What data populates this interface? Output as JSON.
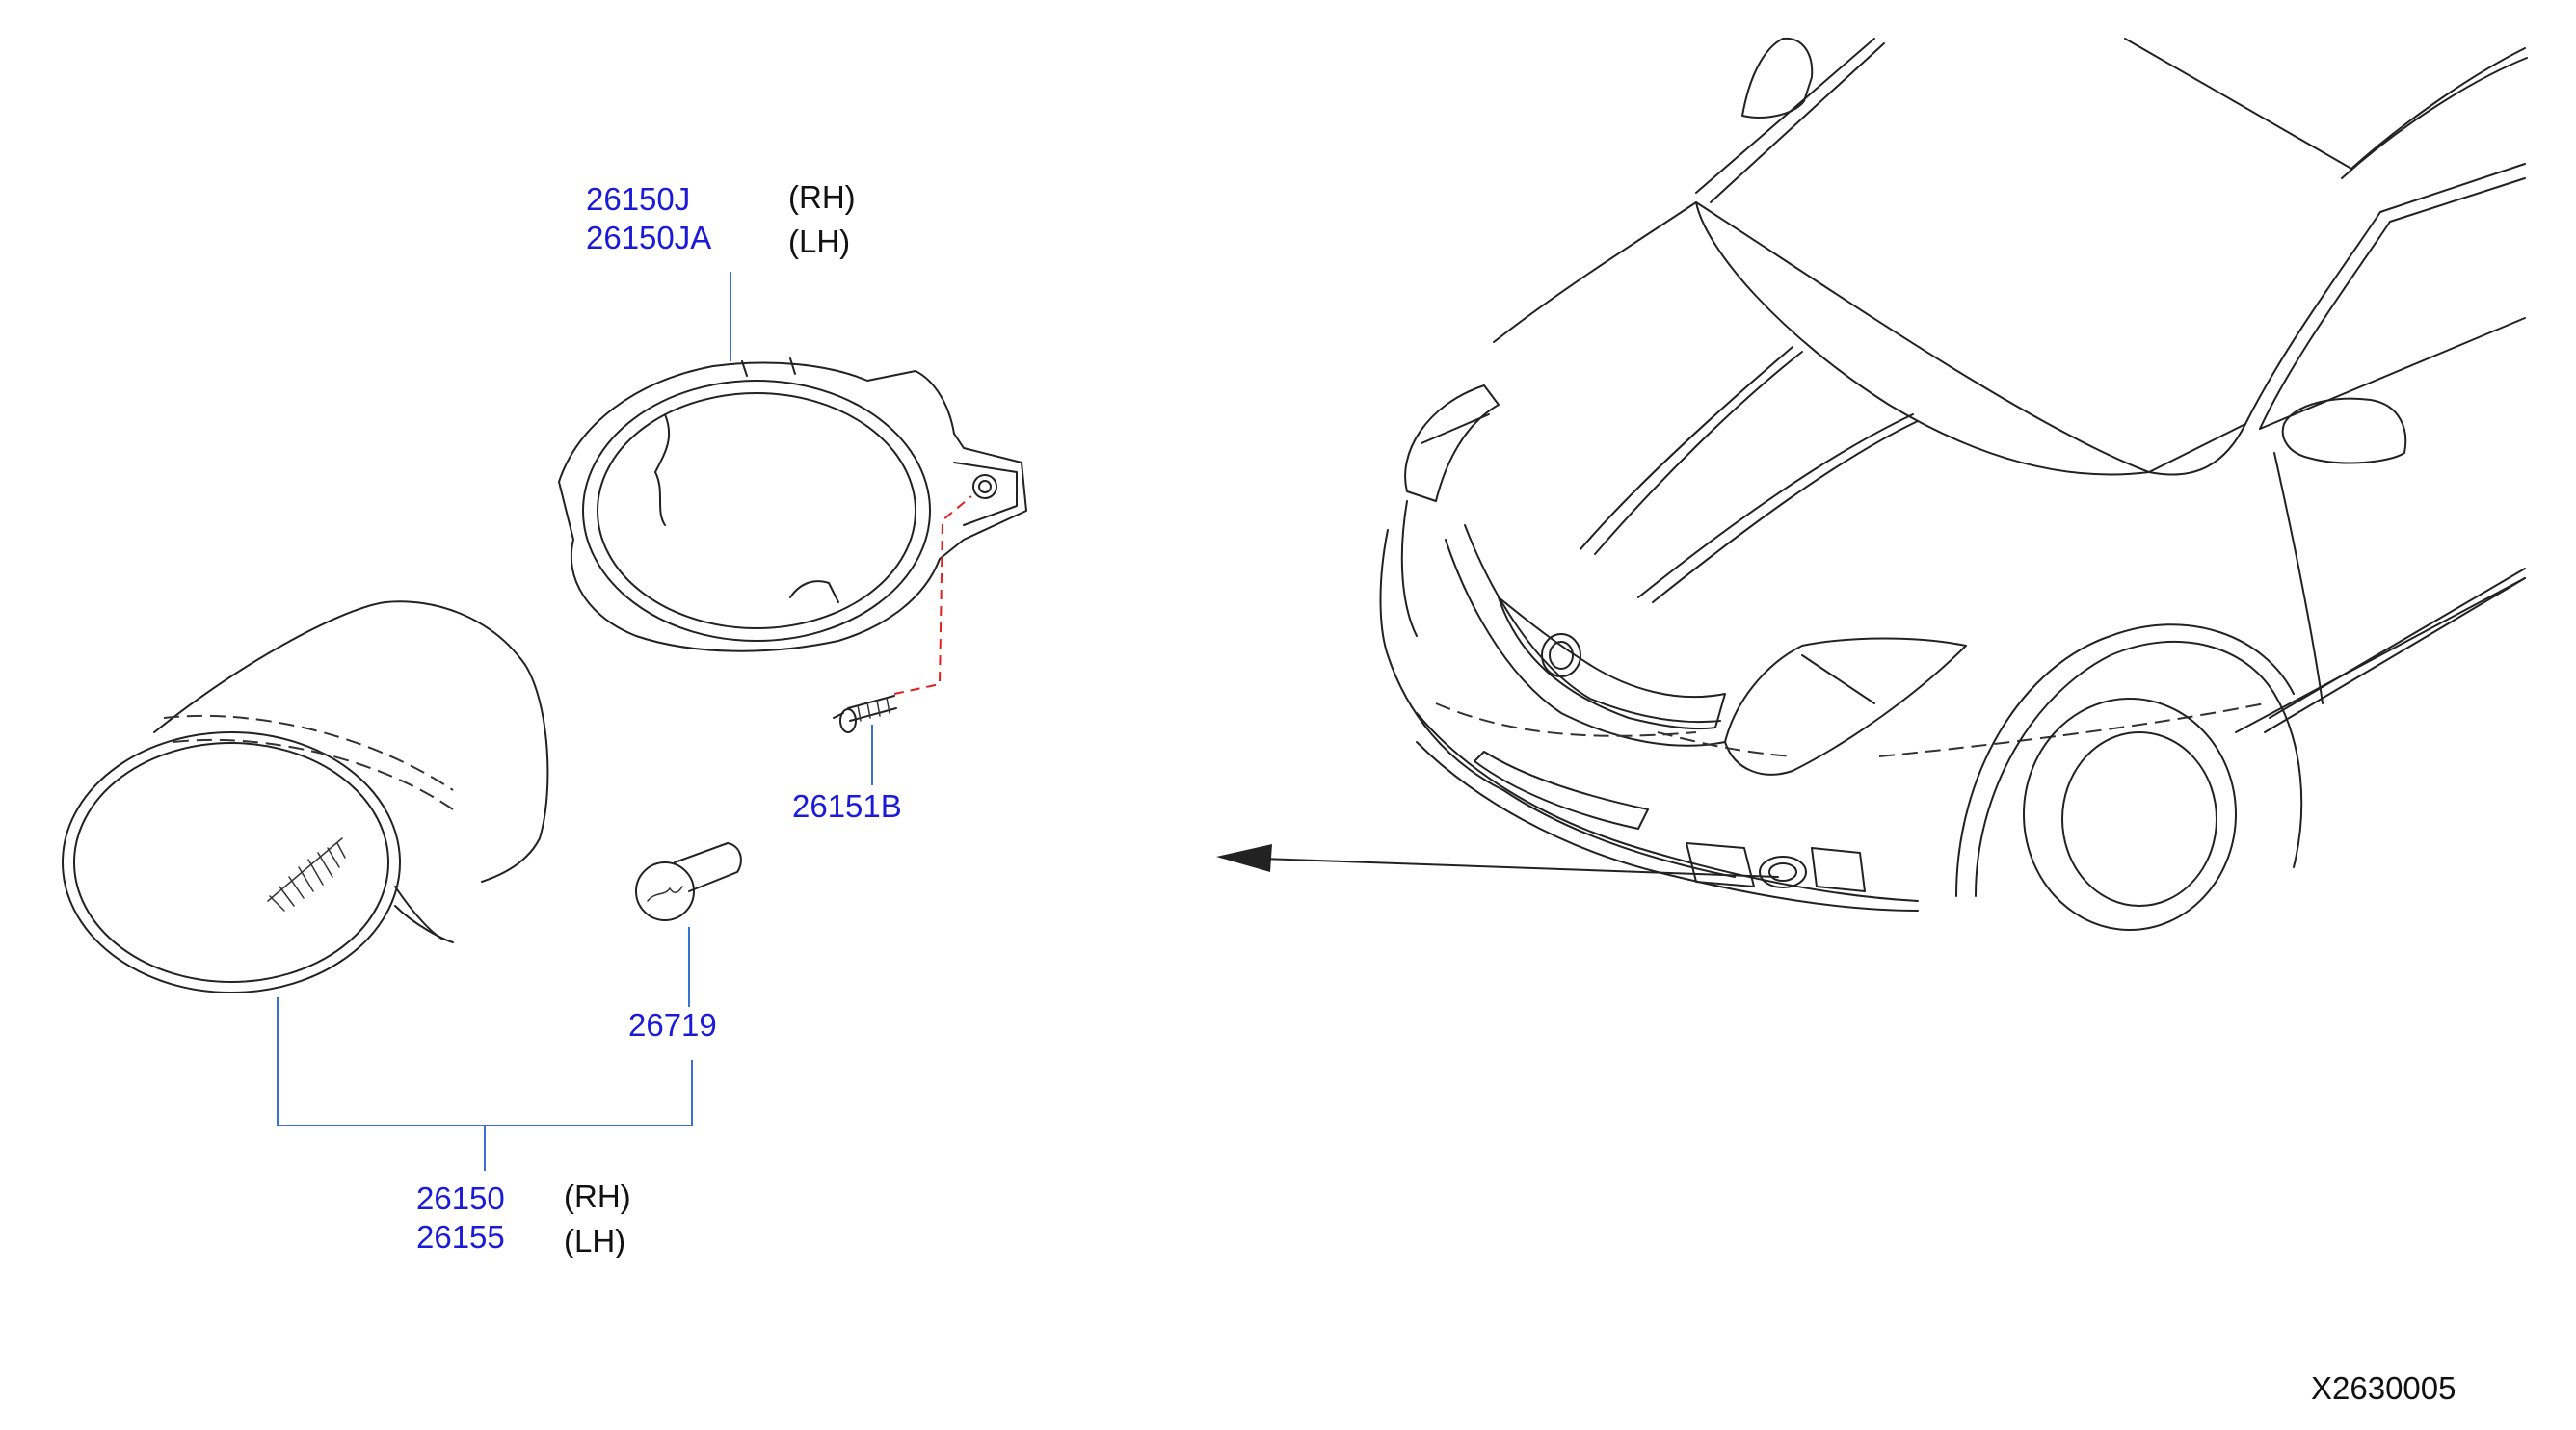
{
  "diagram": {
    "callouts": [
      {
        "id": "bezel",
        "part_numbers": [
          "26150J",
          "26150JA"
        ],
        "sides": [
          "(RH)",
          "(LH)"
        ]
      },
      {
        "id": "screw",
        "part_numbers": [
          "26151B"
        ]
      },
      {
        "id": "bulb",
        "part_numbers": [
          "26719"
        ]
      },
      {
        "id": "fog-lamp",
        "part_numbers": [
          "26150",
          "26155"
        ],
        "sides": [
          "(RH)",
          "(LH)"
        ]
      }
    ],
    "code": "X2630005"
  },
  "colors": {
    "part_number": "#1a1ad8",
    "leader_line": "#3a6fd8",
    "hidden_line": "#e02020",
    "line_art": "#222222"
  }
}
